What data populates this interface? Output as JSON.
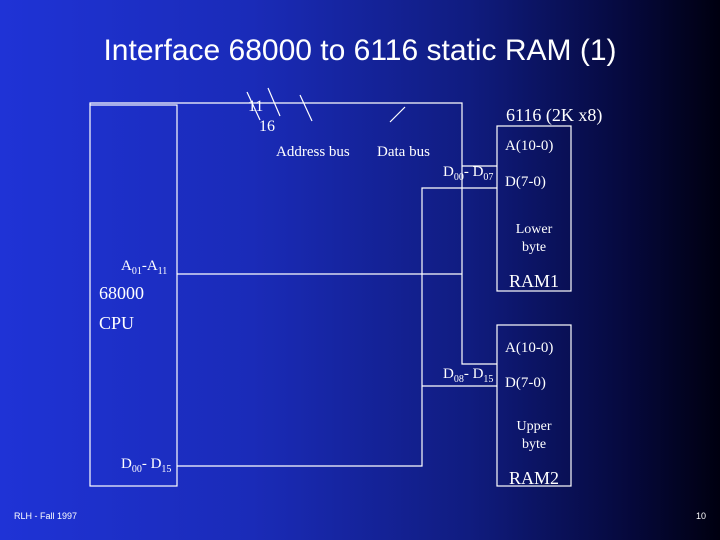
{
  "title": "Interface 68000 to 6116 static RAM (1)",
  "address_bus": {
    "width_top": "11",
    "width_bottom": "16",
    "label": "Address bus"
  },
  "data_bus": {
    "label": "Data bus"
  },
  "chip_label": "6116 (2K x8)",
  "cpu": {
    "name_line1": "68000",
    "name_line2": "CPU",
    "addr_pins": {
      "a": "A",
      "a_sub": "01",
      "sep": "-A",
      "b_sub": "11"
    },
    "data_pins": {
      "a": "D",
      "a_sub": "00",
      "sep": "- D",
      "b_sub": "15"
    }
  },
  "ram1": {
    "addr": "A(10-0)",
    "data": "D(7-0)",
    "bus_pins": {
      "a": "D",
      "a_sub": "00",
      "sep": "- D",
      "b_sub": "07"
    },
    "byte_line1": "Lower",
    "byte_line2": "byte",
    "name": "RAM1"
  },
  "ram2": {
    "addr": "A(10-0)",
    "data": "D(7-0)",
    "bus_pins": {
      "a": "D",
      "a_sub": "08",
      "sep": "- D",
      "b_sub": "15"
    },
    "byte_line1": "Upper",
    "byte_line2": "byte",
    "name": "RAM2"
  },
  "footer": {
    "left": "RLH - Fall 1997",
    "right": "10"
  },
  "colors": {
    "line": "#ffffff",
    "bg_left": "#1f33d6",
    "bg_right": "#000010"
  }
}
